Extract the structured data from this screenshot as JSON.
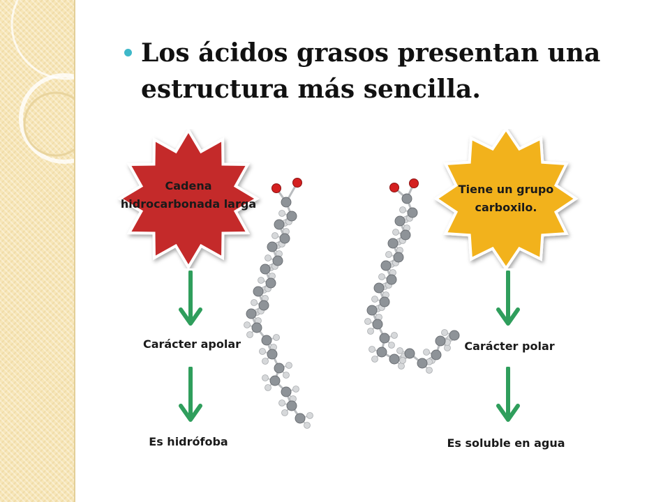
{
  "slide": {
    "title": "Los ácidos grasos presentan una estructura más sencilla."
  },
  "left": {
    "burst_label": "Cadena hidrocarbonada larga",
    "burst_color": "#c42a2a",
    "step1": "Carácter apolar",
    "step2": "Es hidrófoba"
  },
  "right": {
    "burst_label": "Tiene un grupo carboxilo.",
    "burst_color": "#f2b21a",
    "step1": "Carácter polar",
    "step2": "Es soluble en agua"
  },
  "colors": {
    "accent": "#3fb8c9",
    "arrow": "#2f9e5c",
    "oxygen": "#d42020",
    "carbon": "#8e9398",
    "hydrogen": "#d6d8da"
  },
  "icons": {
    "bullet": "bullet-dot-icon",
    "arrow": "arrow-down-icon"
  }
}
